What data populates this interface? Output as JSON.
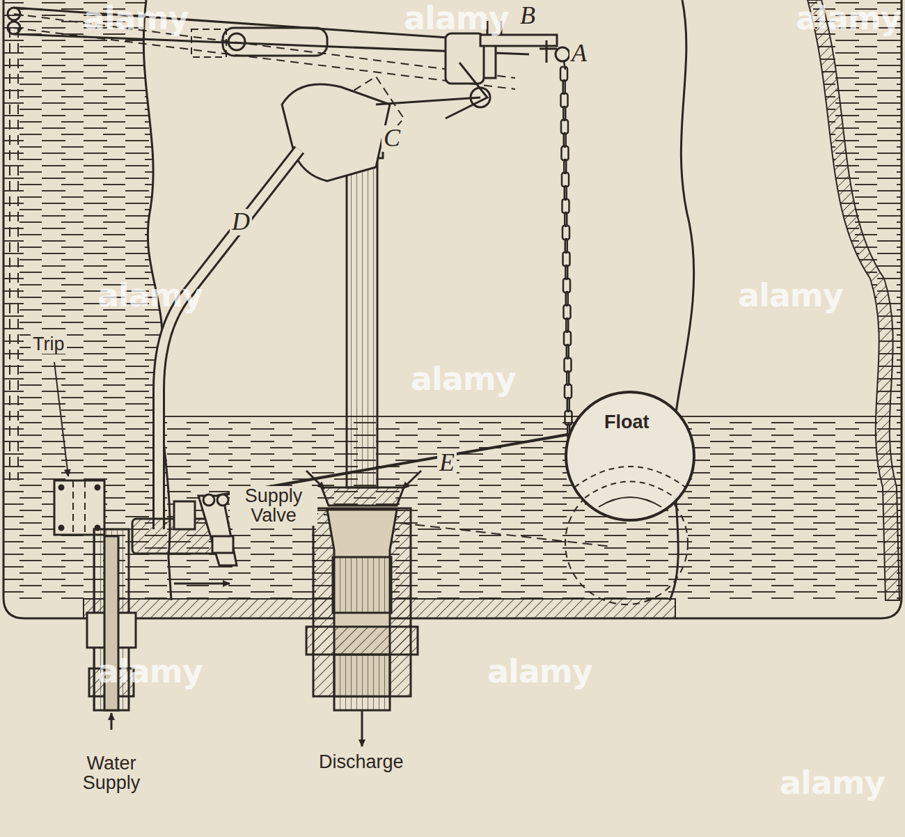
{
  "diagram": {
    "labels": [
      "B",
      "A",
      "C",
      "D",
      "Float",
      "Trip",
      "Supply Valve",
      "E",
      "Water Supply",
      "Discharge",
      "alamy",
      "alamy",
      "alamy",
      "alamy",
      "alamy",
      "alamy",
      "alamy",
      "alamy",
      "alamy"
    ]
  }
}
